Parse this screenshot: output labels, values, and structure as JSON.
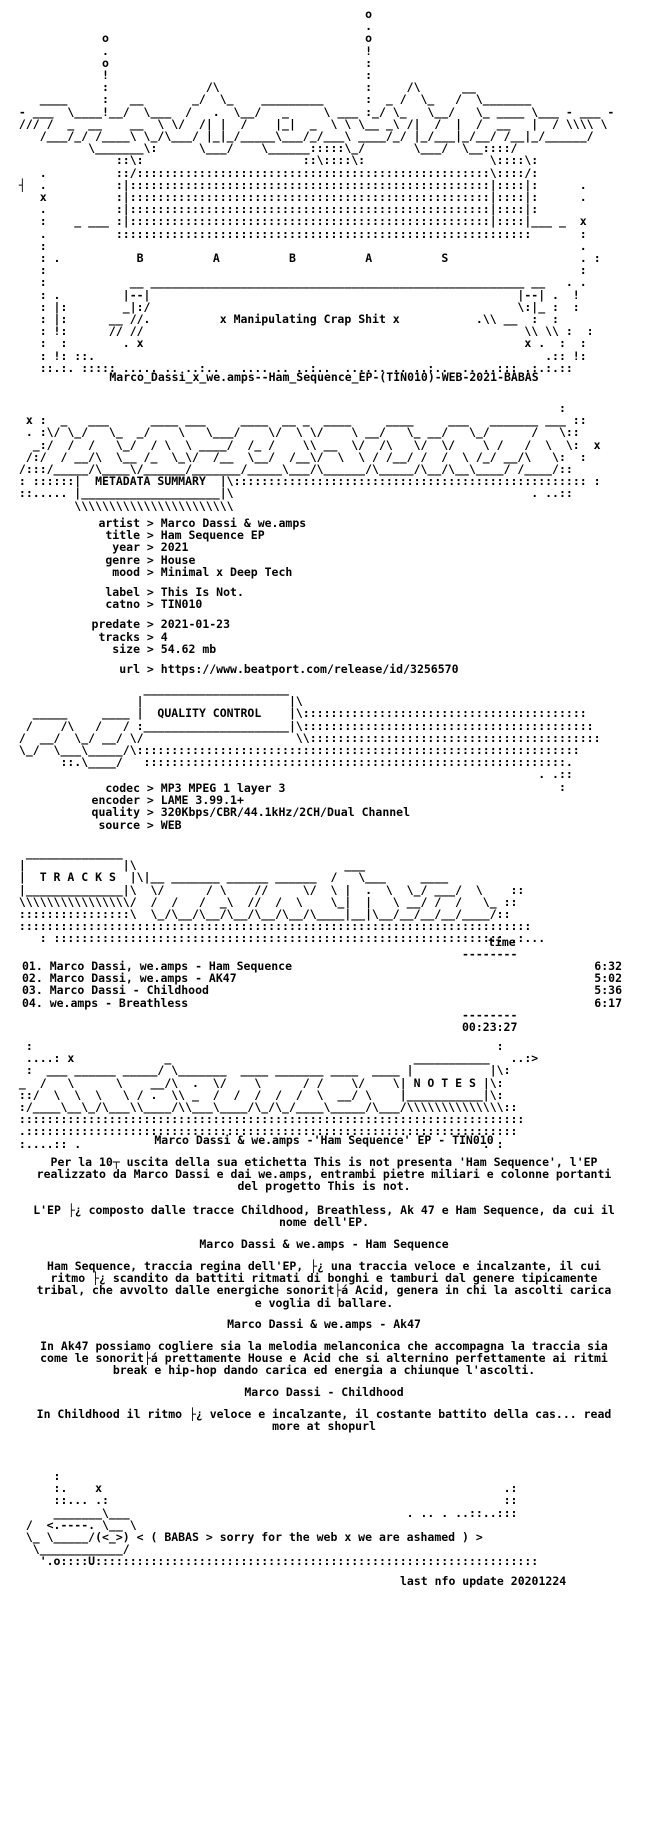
{
  "header_art": {
    "site_letters": [
      "B",
      "A",
      "B",
      "A",
      "S"
    ],
    "tagline": "x Manipulating Crap Shit x"
  },
  "release_name": "Marco_Dassi_x_we.amps--Ham_Sequence_EP-(TIN010)-WEB-2021-BABAS",
  "metadata": {
    "section_title": "METADATA SUMMARY",
    "fields": [
      {
        "key": "artist",
        "value": "Marco Dassi & we.amps"
      },
      {
        "key": "title",
        "value": "Ham Sequence EP"
      },
      {
        "key": "year",
        "value": "2021"
      },
      {
        "key": "genre",
        "value": "House"
      },
      {
        "key": "mood",
        "value": "Minimal x Deep Tech"
      },
      {
        "key": "label",
        "value": "This Is Not."
      },
      {
        "key": "catno",
        "value": "TIN010"
      },
      {
        "key": "predate",
        "value": "2021-01-23"
      },
      {
        "key": "tracks",
        "value": "4"
      },
      {
        "key": "size",
        "value": "54.62 mb"
      },
      {
        "key": "url",
        "value": "https://www.beatport.com/release/id/3256570"
      }
    ]
  },
  "quality": {
    "section_title": "QUALITY CONTROL",
    "fields": [
      {
        "key": "codec",
        "value": "MP3 MPEG 1 layer 3"
      },
      {
        "key": "encoder",
        "value": "LAME 3.99.1+"
      },
      {
        "key": "quality",
        "value": "320Kbps/CBR/44.1kHz/2CH/Dual Channel"
      },
      {
        "key": "source",
        "value": "WEB"
      }
    ]
  },
  "tracklist": {
    "section_title": "T R A C K S",
    "time_header": "time",
    "items": [
      {
        "name": "01. Marco Dassi, we.amps - Ham Sequence",
        "time": "6:32"
      },
      {
        "name": "02. Marco Dassi, we.amps - AK47",
        "time": "5:02"
      },
      {
        "name": "03. Marco Dassi - Childhood",
        "time": "5:36"
      },
      {
        "name": "04. we.amps - Breathless",
        "time": "6:17"
      }
    ],
    "total": "00:23:27"
  },
  "notes": {
    "section_title": "N O T E S",
    "heading": "Marco Dassi & we.amps -'Ham Sequence' EP - TIN010",
    "p1": "Per la 10┬ uscita della sua etichetta This is not presenta 'Ham Sequence', l'EP realizzato da Marco Dassi e dai we.amps, entrambi pietre miliari e colonne portanti del progetto This is not.",
    "p2": "L'EP ├¿ composto dalle tracce Childhood, Breathless, Ak 47 e Ham Sequence, da cui il nome dell'EP.",
    "h2": "Marco Dassi & we.amps - Ham Sequence",
    "p3": "Ham Sequence, traccia regina dell'EP, ├¿ una traccia veloce e incalzante, il cui ritmo ├¿ scandito da battiti ritmati di bonghi e tamburi dal genere tipicamente tribal, che avvolto dalle energiche sonorit├á Acid, genera in chi la ascolti carica e voglia di ballare.",
    "h3": "Marco Dassi & we.amps - Ak47",
    "p4": "In Ak47 possiamo cogliere sia la melodia melanconica che accompagna la traccia sia come le sonorit├á prettamente House e Acid che si alternino perfettamente ai ritmi break e hip-hop dando carica ed energia a chiunque l'ascolti.",
    "h4": "Marco Dassi - Childhood",
    "p5": "In Childhood il ritmo ├¿ veloce e incalzante, il costante battito della cas... read more at shopurl"
  },
  "footer": {
    "message": "< ( BABAS > sorry for the web x we are ashamed ) >",
    "last_update": "last nfo update 20201224"
  }
}
